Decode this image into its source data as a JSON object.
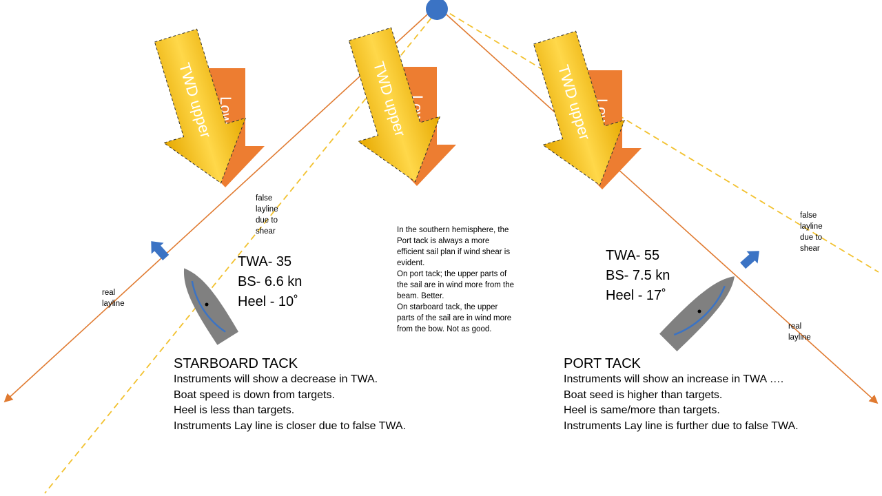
{
  "arrows": {
    "upper_label": "TWD upper",
    "lower_label": "Lower"
  },
  "laylines": {
    "false_label": [
      "false",
      "layline",
      "due to",
      "shear"
    ],
    "real_label": [
      "real",
      "layline"
    ]
  },
  "starboard": {
    "stats": [
      "TWA- 35",
      "BS- 6.6 kn",
      "Heel - 10˚"
    ],
    "heading": "STARBOARD TACK",
    "lines": [
      "Instruments will show a decrease in TWA.",
      "Boat speed is down from targets.",
      "Heel is less than targets.",
      "Instruments Lay line is closer due to false TWA."
    ]
  },
  "port": {
    "stats": [
      "TWA- 55",
      "BS- 7.5 kn",
      "Heel - 17˚"
    ],
    "heading": "PORT TACK",
    "lines": [
      "Instruments will show an increase in TWA ….",
      "Boat seed is higher than targets.",
      "Heel is same/more than targets.",
      "Instruments Lay line is further due to false TWA."
    ]
  },
  "center_note": [
    "In the southern hemisphere, the",
    "Port tack is always a more",
    "efficient sail plan if wind shear is",
    "evident.",
    "On port tack; the upper parts of",
    "the sail are in wind more from the",
    "beam. Better.",
    "On starboard tack, the upper",
    "parts of the sail are in wind more",
    "from the bow. Not as good."
  ],
  "colors": {
    "real_layline": "#e07a30",
    "false_layline": "#f2c12e",
    "mark": "#3b73c4",
    "lower_arrow": "#ed7d31",
    "upper_arrow_light": "#ffd84a",
    "upper_arrow_dark": "#e6a800",
    "hull": "#808080"
  }
}
